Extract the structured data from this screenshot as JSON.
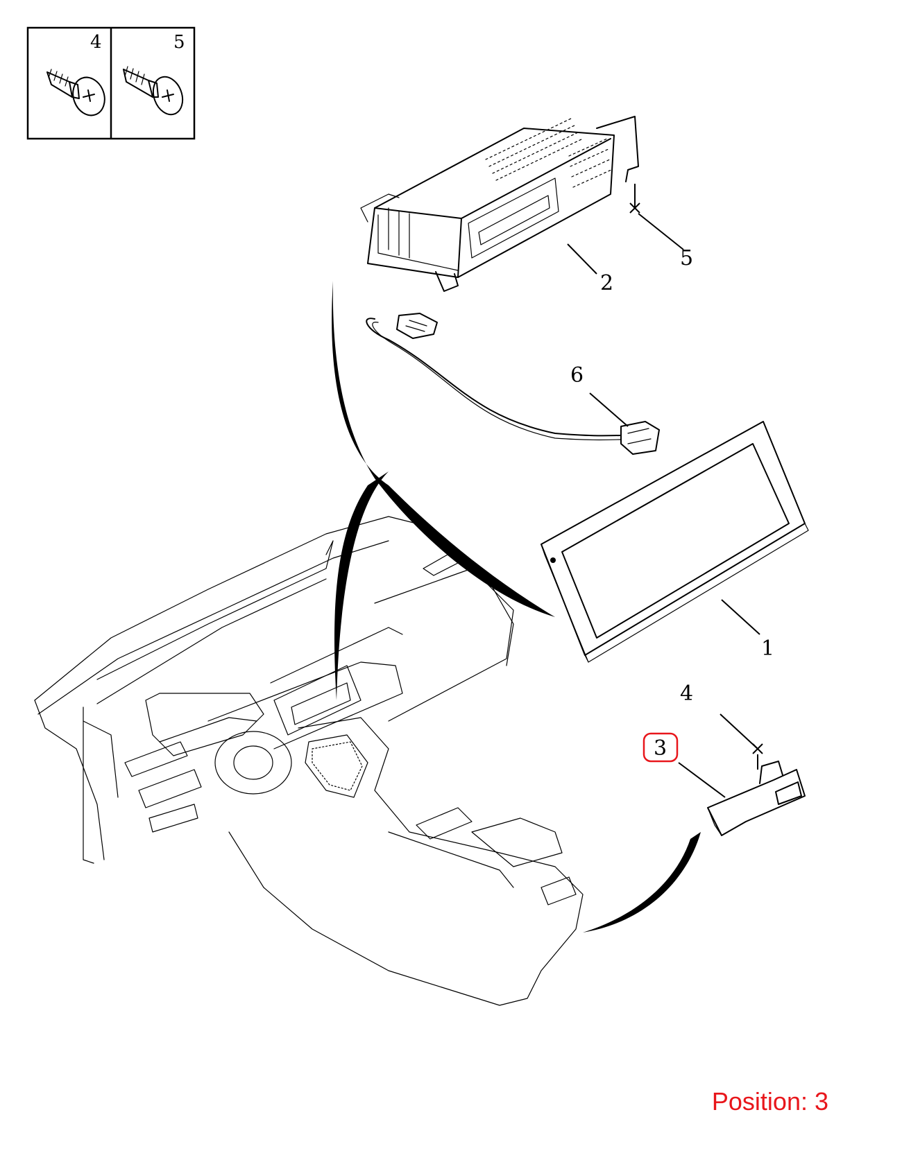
{
  "legend": {
    "screw_a_number": "4",
    "screw_b_number": "5",
    "screw_a_icon": "pan-head-screw-icon",
    "screw_b_icon": "tapping-screw-icon"
  },
  "callouts": {
    "display": "1",
    "radio_unit": "2",
    "module": "3",
    "screw_module": "4",
    "screw_radio": "5",
    "cable": "6"
  },
  "highlight": {
    "color": "#e8161b",
    "callout_ref": "3"
  },
  "position_label": "Position: 3"
}
